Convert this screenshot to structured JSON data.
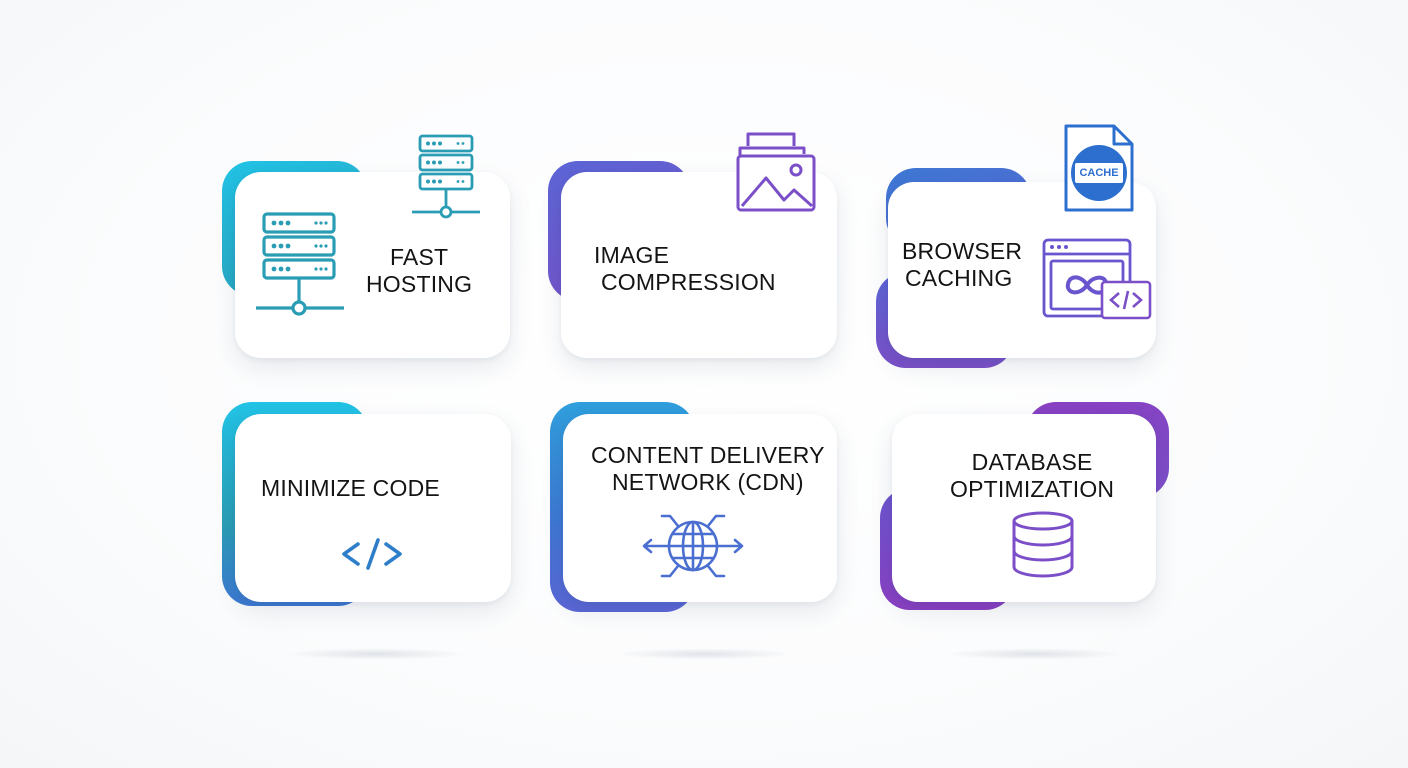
{
  "colors": {
    "cyan": "#22c3e6",
    "teal": "#2a9db5",
    "blue": "#3d78d3",
    "indigo": "#5b66d6",
    "purple": "#7b4fc8",
    "violet": "#8a3fc2",
    "text": "#141414"
  },
  "cards": [
    {
      "id": "fast-hosting",
      "lines": [
        "FAST",
        "HOSTING"
      ],
      "icons": [
        "server-rack-icon",
        "server-rack-icon"
      ]
    },
    {
      "id": "image-compression",
      "lines": [
        "IMAGE",
        "COMPRESSION"
      ],
      "icons": [
        "image-stack-icon"
      ]
    },
    {
      "id": "browser-caching",
      "lines": [
        "BROWSER",
        "CACHING"
      ],
      "icons": [
        "cache-file-icon",
        "browser-window-icon",
        "code-tag-icon"
      ],
      "badge": "CACHE"
    },
    {
      "id": "minimize-code",
      "lines": [
        "MINIMIZE CODE"
      ],
      "icons": [
        "code-brackets-icon"
      ]
    },
    {
      "id": "cdn",
      "lines": [
        "CONTENT DELIVERY",
        "NETWORK (CDN)"
      ],
      "icons": [
        "globe-network-icon"
      ]
    },
    {
      "id": "database-optimization",
      "lines": [
        "DATABASE",
        "OPTIMIZATION"
      ],
      "icons": [
        "database-icon"
      ]
    }
  ]
}
